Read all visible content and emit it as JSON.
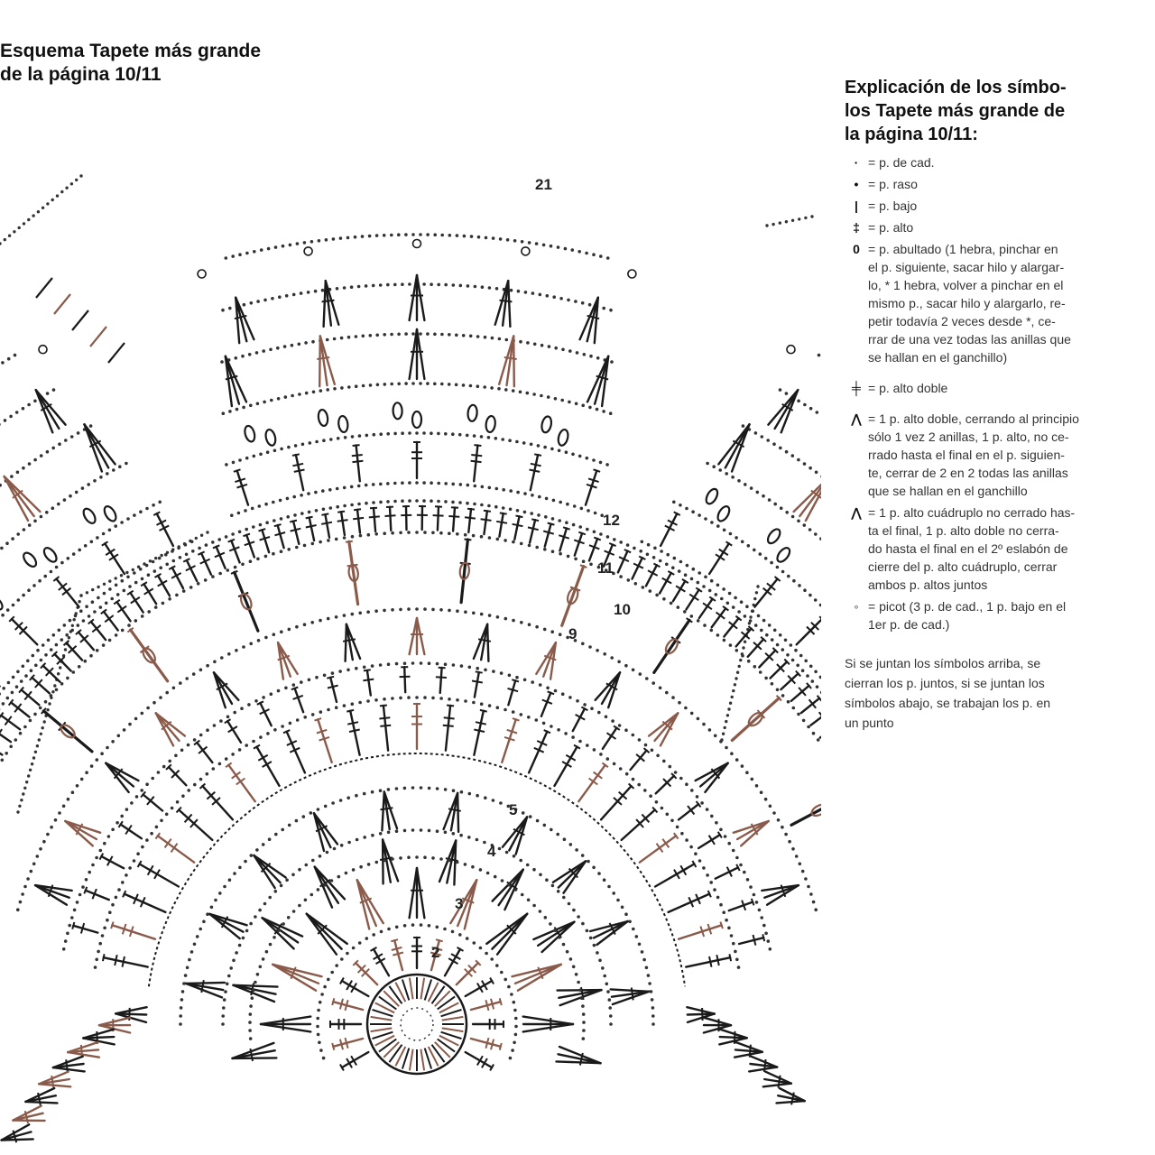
{
  "diagram": {
    "title_lines": [
      "Esquema Tapete más grande",
      "de la página 10/11"
    ],
    "row_numbers": [
      {
        "label": "2",
        "ref": "center-low"
      },
      {
        "label": "3",
        "ref": "center-mid"
      },
      {
        "label": "4",
        "ref": "right-inner"
      },
      {
        "label": "5",
        "ref": "right-inner-top"
      },
      {
        "label": "9",
        "ref": "right-mid"
      },
      {
        "label": "10",
        "ref": "right-mid-outer"
      },
      {
        "label": "11",
        "ref": "right-upper"
      },
      {
        "label": "12",
        "ref": "right-arc"
      },
      {
        "label": "21",
        "ref": "top-scallop"
      }
    ],
    "colors": {
      "ink": "#1a1a1a",
      "brown": "#8a5a4a",
      "dots": "#333333"
    }
  },
  "legend": {
    "title_lines": [
      "Explicación de los símbo-",
      "los Tapete más grande de",
      "la página 10/11:"
    ],
    "items": [
      {
        "icon": "chain-stitch-icon",
        "symbol": "·",
        "lines": [
          "= p. de cad."
        ]
      },
      {
        "icon": "slip-stitch-icon",
        "symbol": "•",
        "lines": [
          "= p. raso"
        ]
      },
      {
        "icon": "single-crochet-icon",
        "symbol": "|",
        "lines": [
          "= p. bajo"
        ]
      },
      {
        "icon": "double-crochet-icon",
        "symbol": "‡",
        "lines": [
          "= p. alto"
        ]
      },
      {
        "icon": "puff-stitch-icon",
        "symbol": "0",
        "lines": [
          "= p. abultado (1 hebra, pinchar en",
          "el p. siguiente, sacar hilo y alargar-",
          "lo, * 1 hebra, volver a pinchar en el",
          "mismo p., sacar hilo y alargarlo, re-",
          "petir todavía 2 veces desde *, ce-",
          "rrar de una vez todas las anillas que",
          "se hallan en el ganchillo)"
        ]
      },
      {
        "icon": "treble-crochet-icon",
        "symbol": "╪",
        "lines": [
          "= p. alto doble"
        ]
      },
      {
        "icon": "cluster-icon",
        "symbol": "⋀",
        "lines": [
          "= 1 p. alto doble, cerrando al principio",
          "sólo 1 vez 2 anillas, 1 p. alto, no ce-",
          "rrado hasta el final en el p. siguien-",
          "te, cerrar de 2 en 2 todas las anillas",
          "que se hallan en el ganchillo"
        ]
      },
      {
        "icon": "quad-cluster-icon",
        "symbol": "⋀",
        "lines": [
          "= 1 p. alto cuádruplo no cerrado has-",
          "ta el final, 1 p. alto doble no cerra-",
          "do hasta el final en el 2º eslabón de",
          "cierre del p. alto cuádruplo, cerrar",
          "ambos p. altos juntos"
        ]
      },
      {
        "icon": "picot-icon",
        "symbol": "◦",
        "lines": [
          "= picot (3 p. de cad., 1 p. bajo en el",
          "1er p. de cad.)"
        ]
      }
    ],
    "note_lines": [
      "Si se juntan los símbolos arriba, se",
      "cierran los p. juntos, si se juntan los",
      "símbolos abajo, se trabajan los p. en",
      "un punto"
    ]
  }
}
